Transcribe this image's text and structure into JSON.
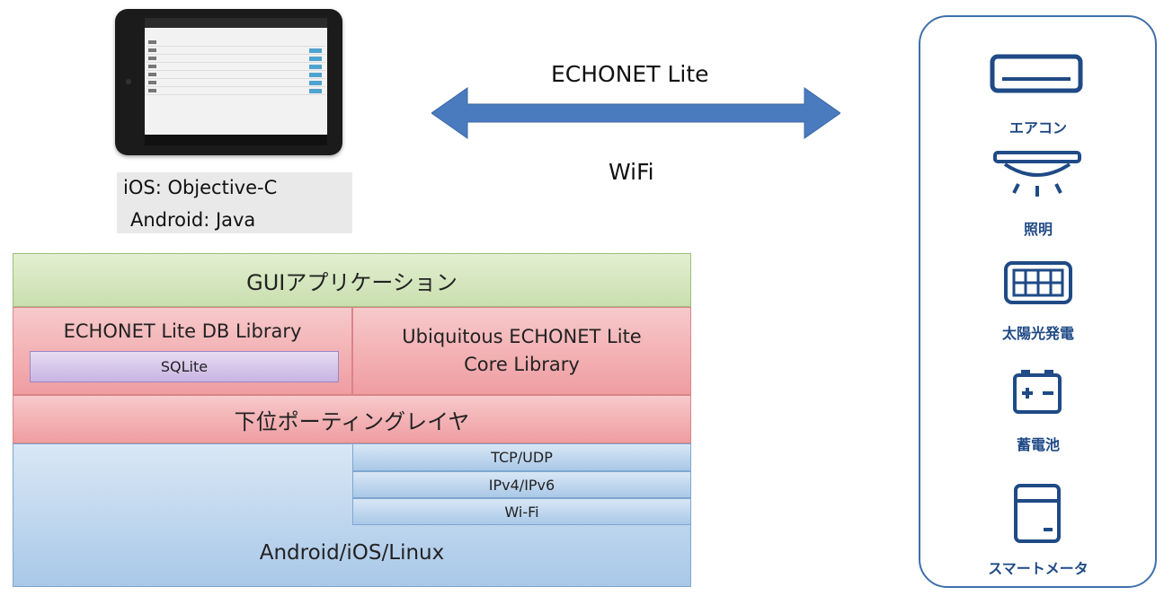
{
  "tablet": {
    "caption_line1": "iOS: Objective-C",
    "caption_line2": "Android: Java"
  },
  "link": {
    "protocol": "ECHONET Lite",
    "transport": "WiFi",
    "arrow_color": "#4a7bbf"
  },
  "devices": [
    {
      "label": "エアコン",
      "icon": "air-conditioner-icon"
    },
    {
      "label": "照明",
      "icon": "ceiling-light-icon"
    },
    {
      "label": "太陽光発電",
      "icon": "solar-panel-icon"
    },
    {
      "label": "蓄電池",
      "icon": "battery-icon"
    },
    {
      "label": "スマートメータ",
      "icon": "smart-meter-icon"
    }
  ],
  "stack": {
    "gui": "GUIアプリケーション",
    "db_library": "ECHONET Lite DB Library",
    "sqlite": "SQLite",
    "core_library_line1": "Ubiquitous ECHONET Lite",
    "core_library_line2": "Core Library",
    "porting_layer": "下位ポーティングレイヤ",
    "tcp_udp": "TCP/UDP",
    "ip": "IPv4/IPv6",
    "wifi": "Wi-Fi",
    "os": "Android/iOS/Linux"
  },
  "colors": {
    "panel_border": "#3f6faa",
    "device_label": "#1f4a86"
  }
}
